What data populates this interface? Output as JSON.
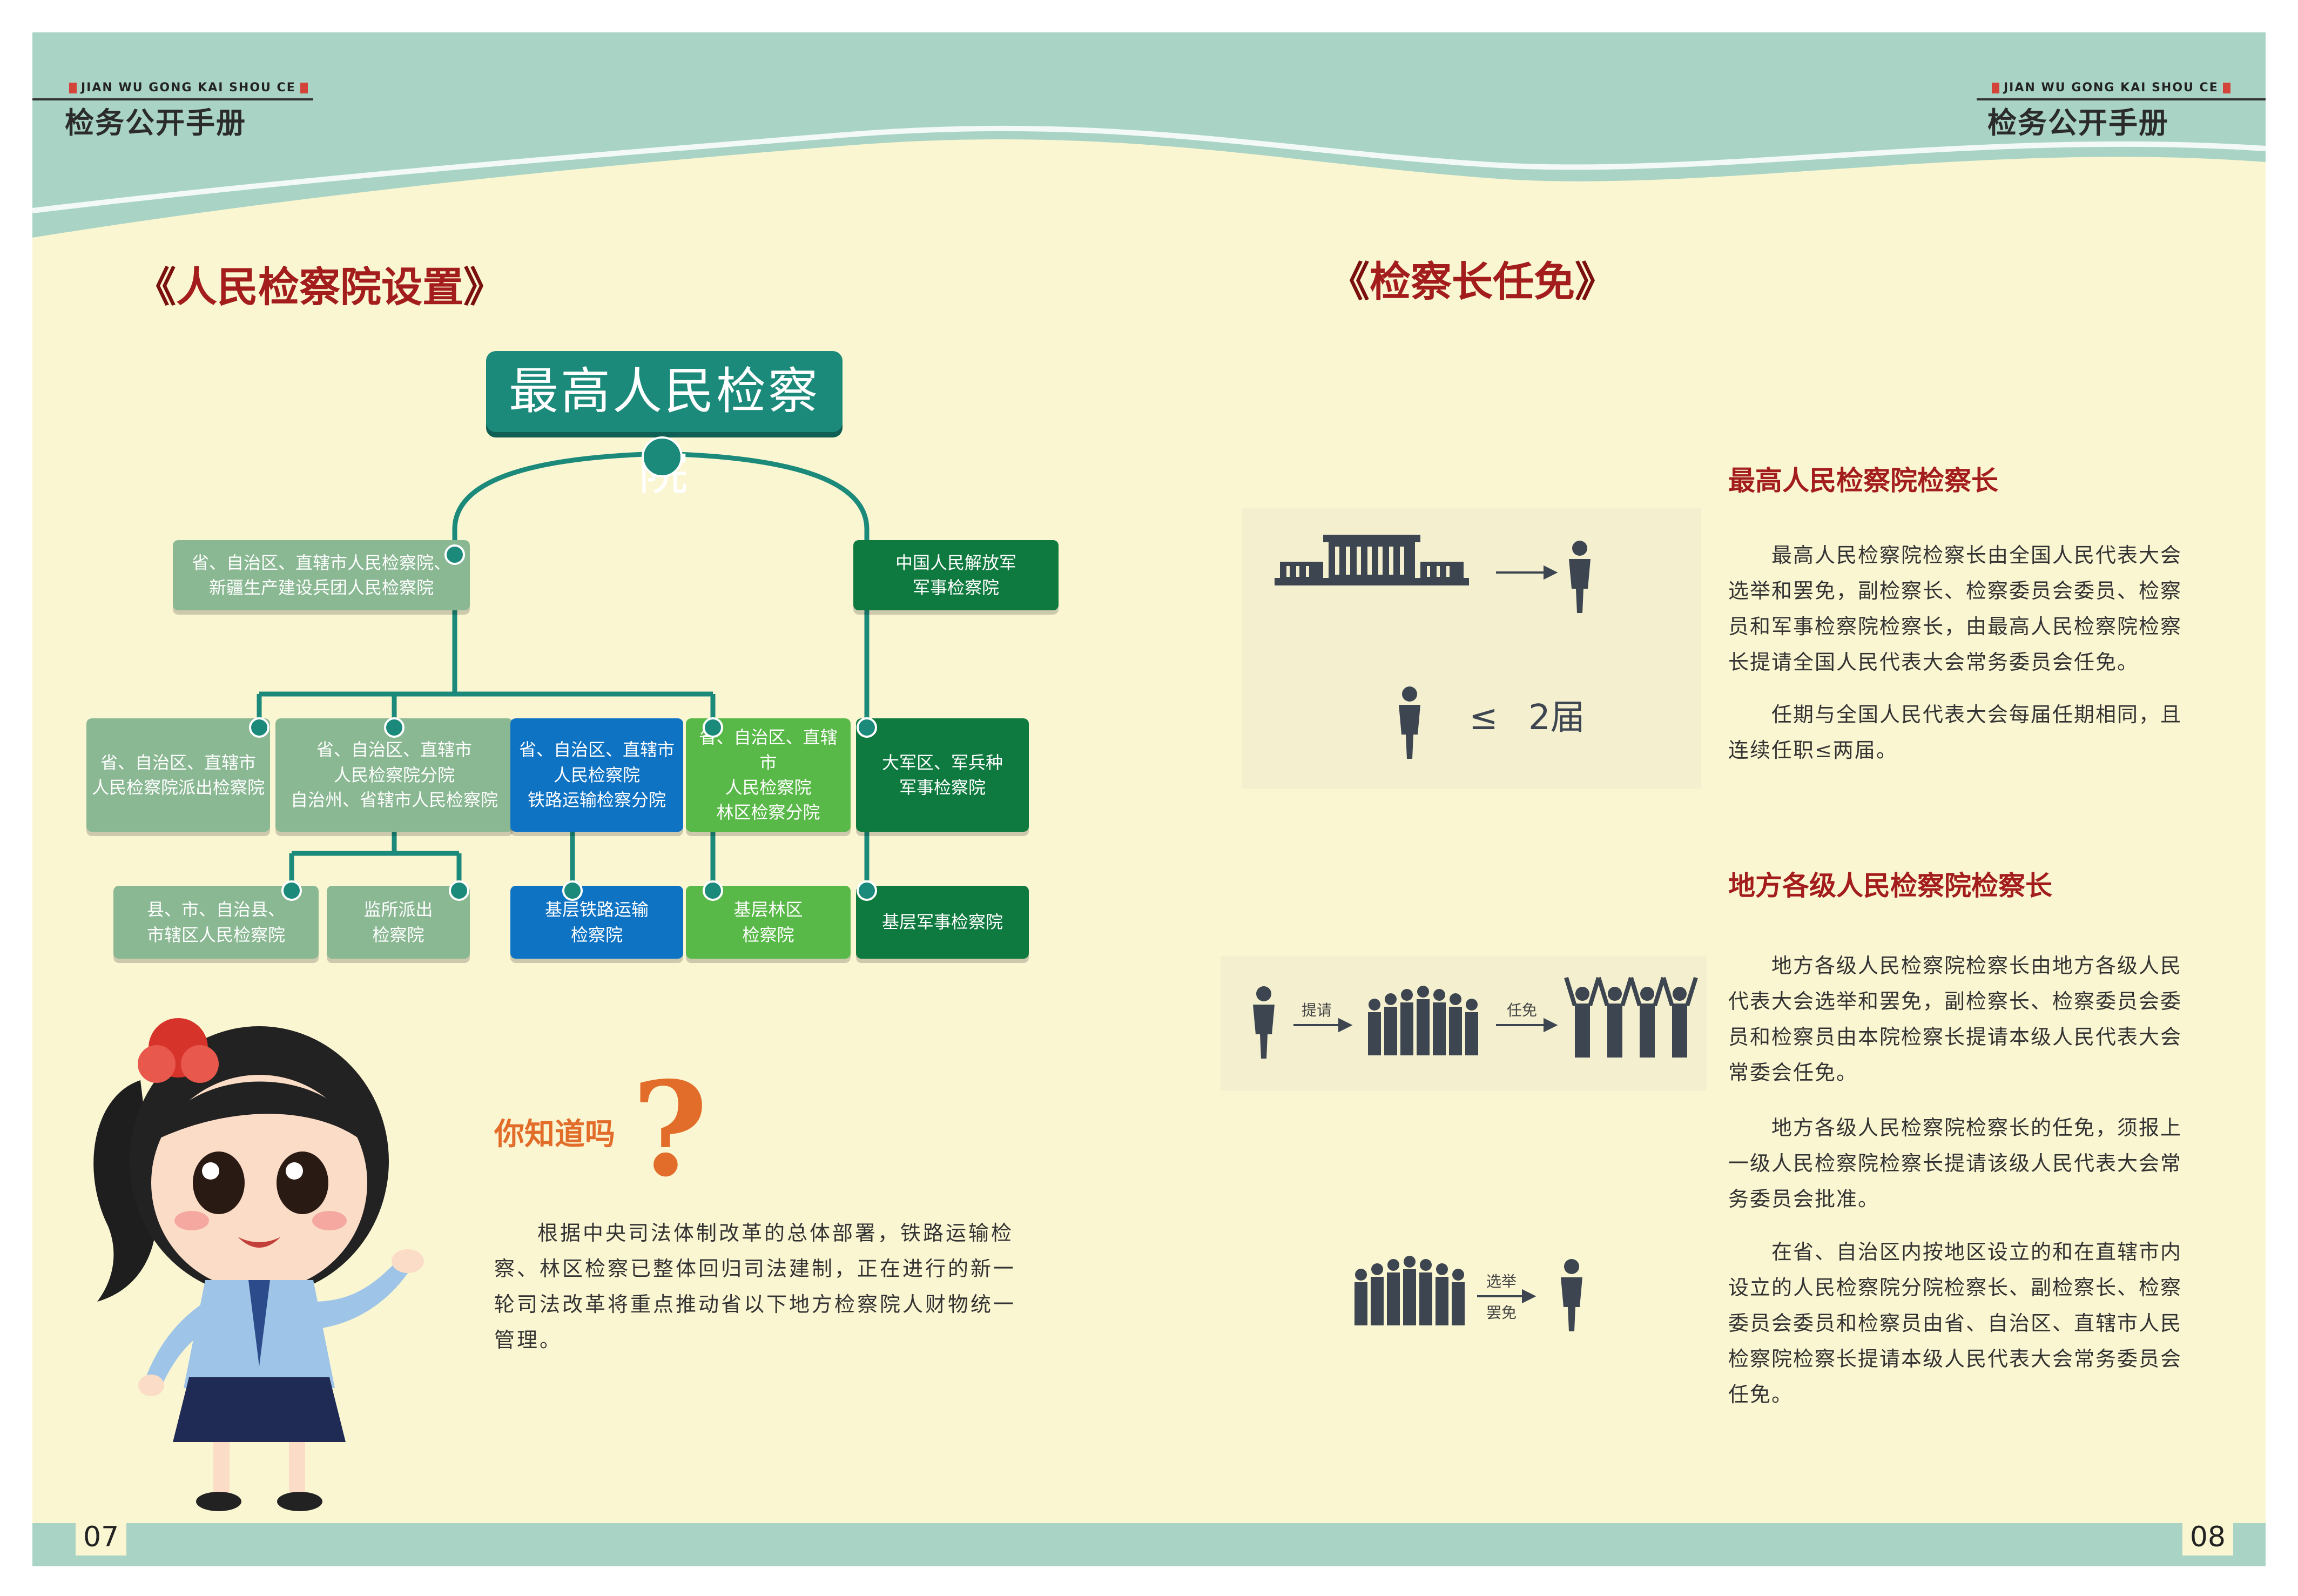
{
  "header": {
    "pinyin": "JIAN WU GONG KAI SHOU CE",
    "title": "检务公开手册"
  },
  "left": {
    "section_title": "人民检察院设置",
    "org_chart": {
      "top": "最高人民检察院",
      "level1_left": [
        "省、自治区、直辖市人民检察院、",
        "新疆生产建设兵团人民检察院"
      ],
      "level1_right": [
        "中国人民解放军",
        "军事检察院"
      ],
      "level2": [
        [
          "省、自治区、直辖市",
          "人民检察院派出检察院"
        ],
        [
          "省、自治区、直辖市",
          "人民检察院分院",
          "自治州、省辖市人民检察院"
        ],
        [
          "省、自治区、直辖市",
          "人民检察院",
          "铁路运输检察分院"
        ],
        [
          "省、自治区、直辖市",
          "人民检察院",
          "林区检察分院"
        ],
        [
          "大军区、军兵种",
          "军事检察院"
        ]
      ],
      "level3": [
        [
          "县、市、自治县、",
          "市辖区人民检察院"
        ],
        [
          "监所派出",
          "检察院"
        ],
        [
          "基层铁路运输",
          "检察院"
        ],
        [
          "基层林区",
          "检察院"
        ],
        [
          "基层军事检察院"
        ]
      ]
    },
    "did_you_know": {
      "title": "你知道吗",
      "qmark": "?",
      "lines": [
        "根据中央司法体制改革的总体部署，铁路运输检",
        "察、林区检察已整体回归司法建制，正在进行的新一",
        "轮司法改革将重点推动省以下地方检察院人财物统一",
        "管理。"
      ]
    },
    "page_number": "07"
  },
  "right": {
    "section_title": "检察长任免",
    "icons": {
      "term_symbol": "≤",
      "term_value": "2届",
      "nominate": "提请",
      "appoint": "任免",
      "elect": "选举",
      "remove": "罢免"
    },
    "supreme": {
      "heading": "最高人民检察院检察长",
      "para1_lines": [
        "最高人民检察院检察长由全国人民代表大会",
        "选举和罢免，副检察长、检察委员会委员、检察",
        "员和军事检察院检察长，由最高人民检察院检察",
        "长提请全国人民代表大会常务委员会任免。"
      ],
      "para2_lines": [
        "任期与全国人民代表大会每届任期相同，且",
        "连续任职≤两届。"
      ]
    },
    "local": {
      "heading": "地方各级人民检察院检察长",
      "para1_lines": [
        "地方各级人民检察院检察长由地方各级人民",
        "代表大会选举和罢免，副检察长、检察委员会委",
        "员和检察员由本院检察长提请本级人民代表大会",
        "常委会任免。"
      ],
      "para2_lines": [
        "地方各级人民检察院检察长的任免，须报上",
        "一级人民检察院检察长提请该级人民代表大会常",
        "务委员会批准。"
      ],
      "para3_lines": [
        "在省、自治区内按地区设立的和在直辖市内",
        "设立的人民检察院分院检察长、副检察长、检察",
        "委员会委员和检察员由省、自治区、直辖市人民",
        "检察院检察长提请本级人民代表大会常务委员会",
        "任免。"
      ]
    },
    "page_number": "08"
  },
  "colors": {
    "teal": "#1c8a7a",
    "sage": "#8ab893",
    "dark_green": "#0f7a3f",
    "blue": "#0f73c4",
    "light_green": "#59b948",
    "title_red": "#a31d1d",
    "orange": "#e26d2a",
    "mint": "#a9d4c5",
    "cream": "#fbf6d2"
  }
}
